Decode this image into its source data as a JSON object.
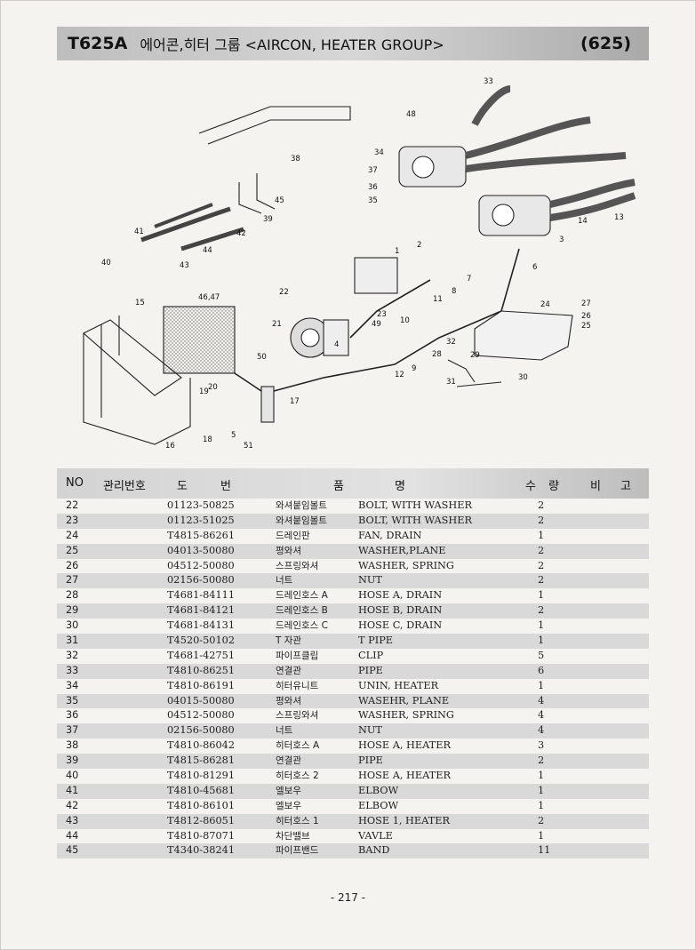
{
  "header": {
    "model": "T625A",
    "title": "에어콘,히터 그룹 <AIRCON, HEATER GROUP>",
    "group_code": "(625)"
  },
  "diagram": {
    "callouts": [
      "1",
      "2",
      "3",
      "4",
      "5",
      "6",
      "7",
      "8",
      "9",
      "10",
      "11",
      "12",
      "13",
      "14",
      "15",
      "16",
      "17",
      "18",
      "19",
      "20",
      "21",
      "22",
      "23",
      "24",
      "25",
      "26",
      "27",
      "28",
      "29",
      "30",
      "31",
      "32",
      "33",
      "34",
      "35",
      "36",
      "37",
      "38",
      "39",
      "40",
      "41",
      "42",
      "43",
      "44",
      "45",
      "46,47",
      "48",
      "49",
      "50",
      "51"
    ]
  },
  "table": {
    "headers": {
      "no": "NO",
      "mgmt": "관리번호",
      "drawing": "도",
      "number": "번",
      "item": "품",
      "name": "명",
      "qty_a": "수",
      "qty_b": "량",
      "remark_a": "비",
      "remark_b": "고"
    },
    "rows": [
      {
        "no": "22",
        "part": "01123-50825",
        "kr": "와셔붙임볼트",
        "en": "BOLT, WITH WASHER",
        "qty": "2"
      },
      {
        "no": "23",
        "part": "01123-51025",
        "kr": "와셔붙임볼트",
        "en": "BOLT, WITH WASHER",
        "qty": "2"
      },
      {
        "no": "24",
        "part": "T4815-86261",
        "kr": "드레인판",
        "en": "FAN, DRAIN",
        "qty": "1"
      },
      {
        "no": "25",
        "part": "04013-50080",
        "kr": "평와셔",
        "en": "WASHER,PLANE",
        "qty": "2"
      },
      {
        "no": "26",
        "part": "04512-50080",
        "kr": "스프링와셔",
        "en": "WASHER, SPRING",
        "qty": "2"
      },
      {
        "no": "27",
        "part": "02156-50080",
        "kr": "너트",
        "en": "NUT",
        "qty": "2"
      },
      {
        "no": "28",
        "part": "T4681-84111",
        "kr": "드레인호스 A",
        "en": "HOSE A, DRAIN",
        "qty": "1"
      },
      {
        "no": "29",
        "part": "T4681-84121",
        "kr": "드레인호스 B",
        "en": "HOSE B, DRAIN",
        "qty": "2"
      },
      {
        "no": "30",
        "part": "T4681-84131",
        "kr": "드레인호스 C",
        "en": "HOSE C, DRAIN",
        "qty": "1"
      },
      {
        "no": "31",
        "part": "T4520-50102",
        "kr": "T 자관",
        "en": "T PIPE",
        "qty": "1"
      },
      {
        "no": "32",
        "part": "T4681-42751",
        "kr": "파이프클립",
        "en": "CLIP",
        "qty": "5"
      },
      {
        "no": "33",
        "part": "T4810-86251",
        "kr": "연결관",
        "en": "PIPE",
        "qty": "6"
      },
      {
        "no": "34",
        "part": "T4810-86191",
        "kr": "히터유니트",
        "en": "UNIN, HEATER",
        "qty": "1"
      },
      {
        "no": "35",
        "part": "04015-50080",
        "kr": "평와셔",
        "en": "WASEHR, PLANE",
        "qty": "4"
      },
      {
        "no": "36",
        "part": "04512-50080",
        "kr": "스프링와셔",
        "en": "WASHER, SPRING",
        "qty": "4"
      },
      {
        "no": "37",
        "part": "02156-50080",
        "kr": "너트",
        "en": "NUT",
        "qty": "4"
      },
      {
        "no": "38",
        "part": "T4810-86042",
        "kr": "히터호스 A",
        "en": "HOSE A, HEATER",
        "qty": "3"
      },
      {
        "no": "39",
        "part": "T4815-86281",
        "kr": "연결관",
        "en": "PIPE",
        "qty": "2"
      },
      {
        "no": "40",
        "part": "T4810-81291",
        "kr": "히터호스 2",
        "en": "HOSE A, HEATER",
        "qty": "1"
      },
      {
        "no": "41",
        "part": "T4810-45681",
        "kr": "엘보우",
        "en": "ELBOW",
        "qty": "1"
      },
      {
        "no": "42",
        "part": "T4810-86101",
        "kr": "엘보우",
        "en": "ELBOW",
        "qty": "1"
      },
      {
        "no": "43",
        "part": "T4812-86051",
        "kr": "히터호스 1",
        "en": "HOSE 1, HEATER",
        "qty": "2"
      },
      {
        "no": "44",
        "part": "T4810-87071",
        "kr": "차단밸브",
        "en": "VAVLE",
        "qty": "1"
      },
      {
        "no": "45",
        "part": "T4340-38241",
        "kr": "파이프밴드",
        "en": "BAND",
        "qty": "11"
      }
    ]
  },
  "footer": {
    "page_number": "- 217 -"
  }
}
